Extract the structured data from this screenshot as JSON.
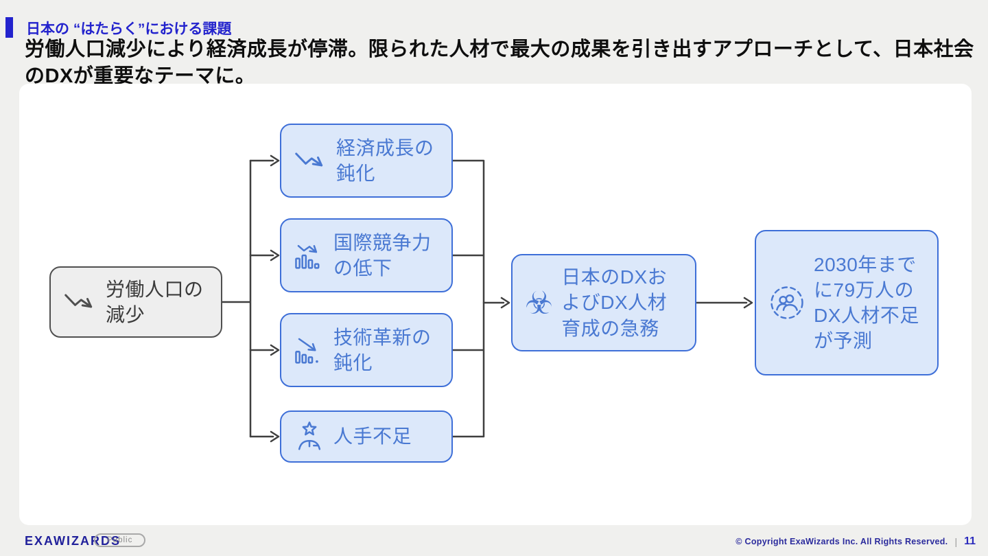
{
  "header": {
    "section_label": "日本の “はたらく”における課題",
    "title": "労働人口減少により経済成長が停滞。限られた人材で最大の成果を引き出すアプローチとして、日本社会\nのDXが重要なテーマに。"
  },
  "diagram": {
    "source_box": {
      "label": "労働人口の\n減少",
      "icon": "trend-down-icon"
    },
    "factor_boxes": [
      {
        "label": "経済成長の\n鈍化",
        "icon": "trend-down-icon"
      },
      {
        "label": "国際競争力\nの低下",
        "icon": "bar-chart-decline-icon"
      },
      {
        "label": "技術革新の\n鈍化",
        "icon": "bar-chart-drop-icon"
      },
      {
        "label": "人手不足",
        "icon": "person-star-icon"
      }
    ],
    "urgency_box": {
      "label": "日本のDXお\nよびDX人材\n育成の急務",
      "icon": "biohazard-icon",
      "glyph": "☣"
    },
    "forecast_box": {
      "label": "2030年まで\nに79万人の\nDX人材不足\nが予測",
      "icon": "people-group-icon"
    }
  },
  "footer": {
    "logo": "EXAWIZARDS",
    "badge": "Public",
    "copyright": "© Copyright ExaWizards Inc. All Rights Reserved.",
    "divider": "|",
    "page_number": "11"
  },
  "colors": {
    "accent_blue": "#2323cd",
    "node_fill": "#dce8fa",
    "node_border": "#3e6fd8",
    "node_text": "#4a79d2",
    "gray_node_border": "#4f4f4f",
    "connector": "#3f3f3f",
    "logo_navy": "#21219b",
    "background": "#f0f0ee"
  }
}
